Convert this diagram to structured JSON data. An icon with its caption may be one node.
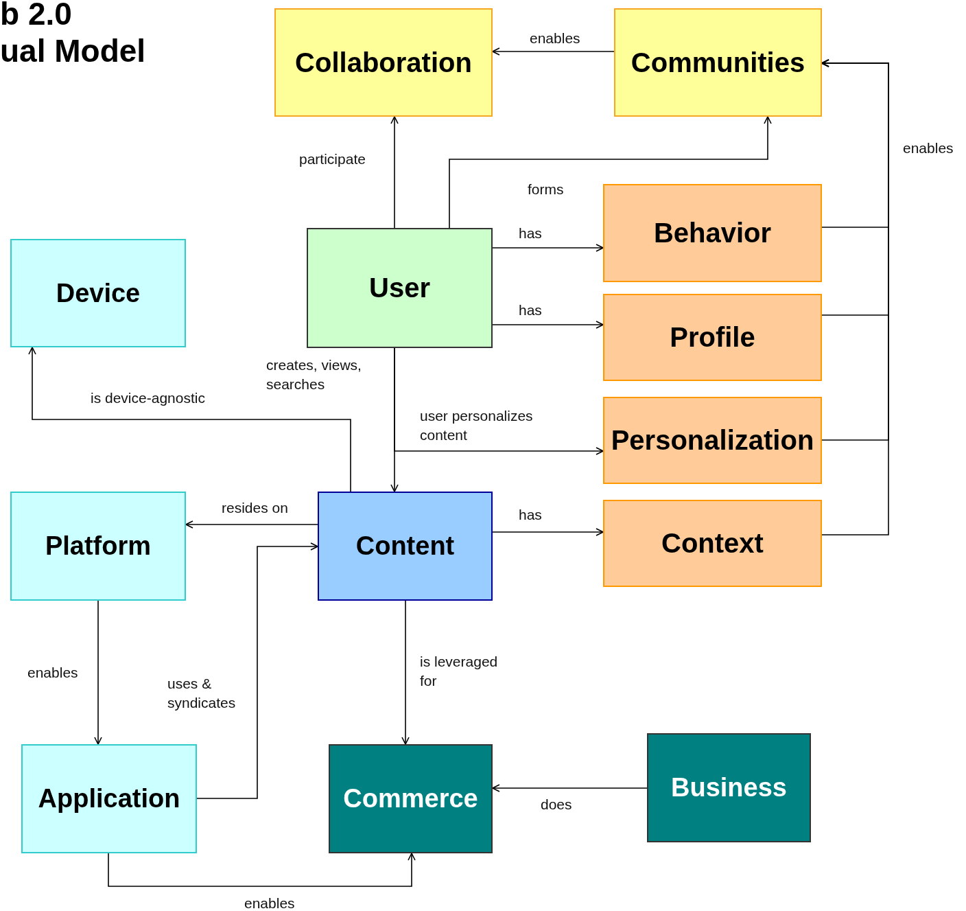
{
  "diagram": {
    "nodes": [
      {
        "text": [
          "Collaboration"
        ]
      },
      {
        "text": [
          "Communities"
        ]
      },
      {
        "text": [
          "Behavior"
        ]
      },
      {
        "text": [
          "Device"
        ]
      },
      {
        "text": [
          "User"
        ]
      },
      {
        "text": [
          "Profile"
        ]
      },
      {
        "text": [
          "Personalization"
        ]
      },
      {
        "text": [
          "Platform"
        ]
      },
      {
        "text": [
          "Content"
        ]
      },
      {
        "text": [
          "Context"
        ]
      },
      {
        "text": [
          "Application"
        ]
      },
      {
        "text": [
          "Commerce"
        ]
      },
      {
        "text": [
          "Business"
        ]
      }
    ],
    "edges": [
      {
        "from": 1,
        "to": 0,
        "arrow": "to",
        "label": "enables"
      },
      {
        "from": 4,
        "to": 0,
        "arrow": "to",
        "label": "participate"
      },
      {
        "from": 4,
        "to": 1,
        "arrow": "to",
        "label": "forms"
      },
      {
        "from": 4,
        "to": 2,
        "arrow": "to",
        "label": "has"
      },
      {
        "from": 4,
        "to": 5,
        "arrow": "to",
        "label": "has"
      },
      {
        "from": 4,
        "to": 8,
        "arrow": "to",
        "label": "creates, views, searches"
      },
      {
        "from": 4,
        "to": 6,
        "arrow": "to",
        "label": "user personalizes content"
      },
      {
        "from": 8,
        "to": 3,
        "arrow": "to",
        "label": "is device-agnostic"
      },
      {
        "from": 8,
        "to": 7,
        "arrow": "to",
        "label": "resides on"
      },
      {
        "from": 8,
        "to": 9,
        "arrow": "to",
        "label": "has"
      },
      {
        "from": 2,
        "to": 1,
        "arrow": "to",
        "label": "enables"
      },
      {
        "from": 5,
        "to": 1,
        "arrow": "to"
      },
      {
        "from": 6,
        "to": 1,
        "arrow": "to"
      },
      {
        "from": 9,
        "to": 1,
        "arrow": "to"
      },
      {
        "from": 8,
        "to": 11,
        "arrow": "to",
        "label": "is leveraged for"
      },
      {
        "from": 7,
        "to": 10,
        "arrow": "to",
        "label": "enables"
      },
      {
        "from": 10,
        "to": 8,
        "arrow": "to",
        "label": "uses & syndicates"
      },
      {
        "from": 10,
        "to": 11,
        "arrow": "to",
        "label": "enables"
      },
      {
        "from": 12,
        "to": 11,
        "arrow": "to",
        "label": "does"
      }
    ],
    "labels": [
      "b 2.0",
      "ual Model"
    ]
  }
}
